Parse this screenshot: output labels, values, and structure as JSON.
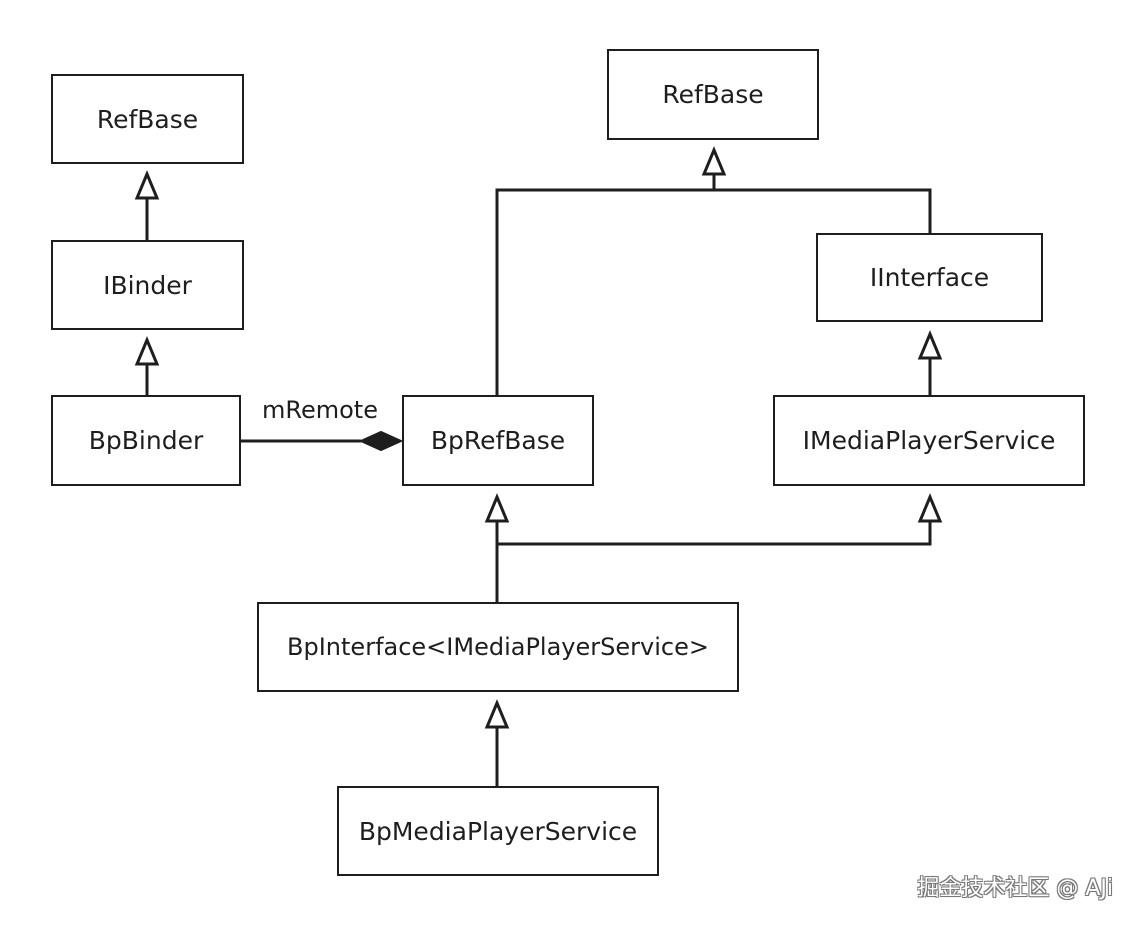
{
  "diagram": {
    "nodes": {
      "refbase_left": "RefBase",
      "ibinder": "IBinder",
      "bpbinder": "BpBinder",
      "refbase_right": "RefBase",
      "iinterface": "IInterface",
      "bprefbase": "BpRefBase",
      "imediaplayerservice": "IMediaPlayerService",
      "bpinterface": "BpInterface<IMediaPlayerService>",
      "bpmediaplayerservice": "BpMediaPlayerService"
    },
    "edges": [
      {
        "from": "IBinder",
        "to": "RefBase",
        "type": "inheritance"
      },
      {
        "from": "BpBinder",
        "to": "IBinder",
        "type": "inheritance"
      },
      {
        "from": "BpRefBase",
        "to": "RefBase",
        "type": "inheritance"
      },
      {
        "from": "IInterface",
        "to": "RefBase",
        "type": "inheritance"
      },
      {
        "from": "IMediaPlayerService",
        "to": "IInterface",
        "type": "inheritance"
      },
      {
        "from": "BpInterface<IMediaPlayerService>",
        "to": "BpRefBase",
        "type": "inheritance"
      },
      {
        "from": "BpInterface<IMediaPlayerService>",
        "to": "IMediaPlayerService",
        "type": "inheritance"
      },
      {
        "from": "BpMediaPlayerService",
        "to": "BpInterface<IMediaPlayerService>",
        "type": "inheritance"
      },
      {
        "from": "BpBinder",
        "to": "BpRefBase",
        "type": "composition",
        "label": "mRemote"
      }
    ],
    "composition_label": "mRemote"
  },
  "watermark": "掘金技术社区 @ AJi",
  "colors": {
    "stroke": "#1e1e1e",
    "background": "#ffffff"
  }
}
